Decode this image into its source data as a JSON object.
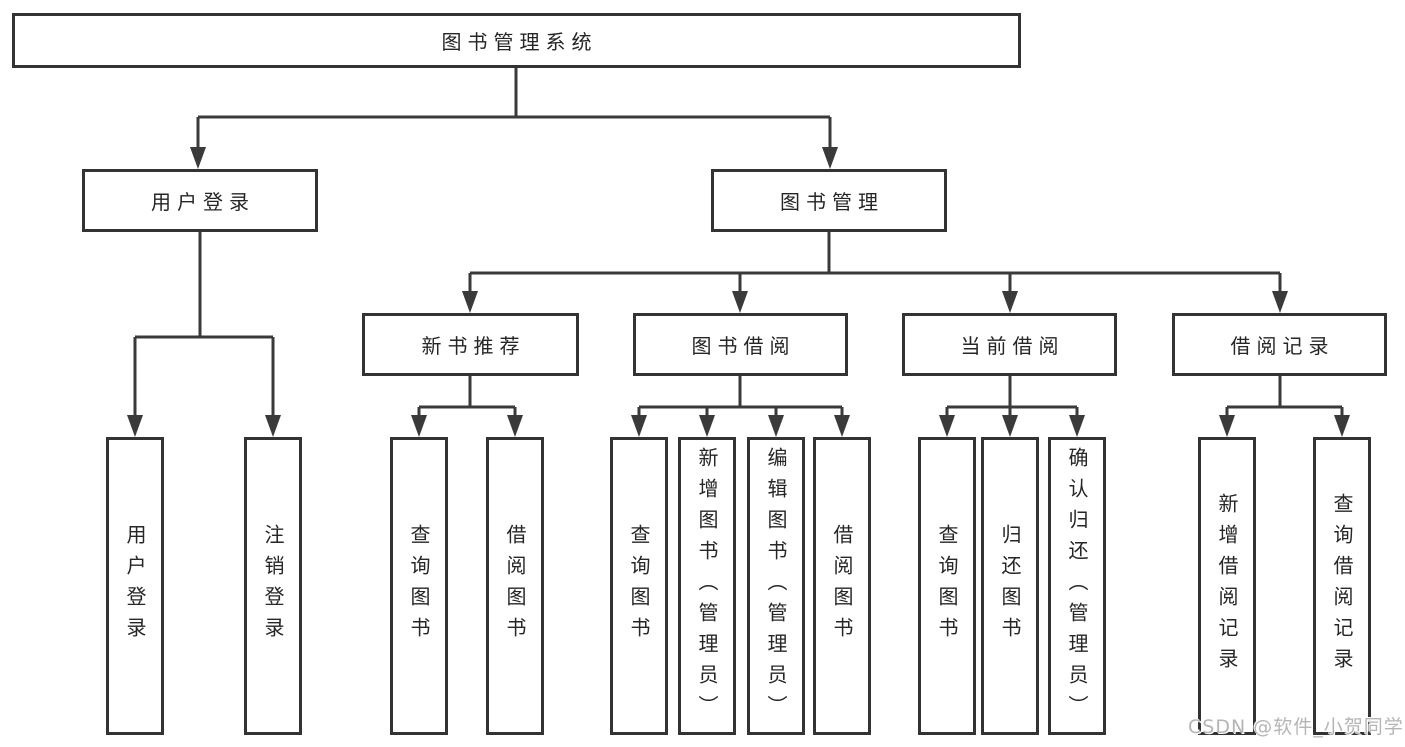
{
  "tree": {
    "label": "图书管理系统",
    "children": [
      {
        "label": "用户登录",
        "children": [
          {
            "label": "用户登录"
          },
          {
            "label": "注销登录"
          }
        ]
      },
      {
        "label": "图书管理",
        "children": [
          {
            "label": "新书推荐",
            "children": [
              {
                "label": "查询图书"
              },
              {
                "label": "借阅图书"
              }
            ]
          },
          {
            "label": "图书借阅",
            "children": [
              {
                "label": "查询图书"
              },
              {
                "label": "新增图书（管理员）"
              },
              {
                "label": "编辑图书（管理员）"
              },
              {
                "label": "借阅图书"
              }
            ]
          },
          {
            "label": "当前借阅",
            "children": [
              {
                "label": "查询图书"
              },
              {
                "label": "归还图书"
              },
              {
                "label": "确认归还（管理员）"
              }
            ]
          },
          {
            "label": "借阅记录",
            "children": [
              {
                "label": "新增借阅记录"
              },
              {
                "label": "查询借阅记录"
              }
            ]
          }
        ]
      }
    ]
  },
  "watermark": "CSDN @软件_小贺同学",
  "colors": {
    "line": "#3a3a3a",
    "box_border": "#333333",
    "text": "#262626",
    "watermark": "#b5b5b5",
    "background": "#ffffff"
  }
}
